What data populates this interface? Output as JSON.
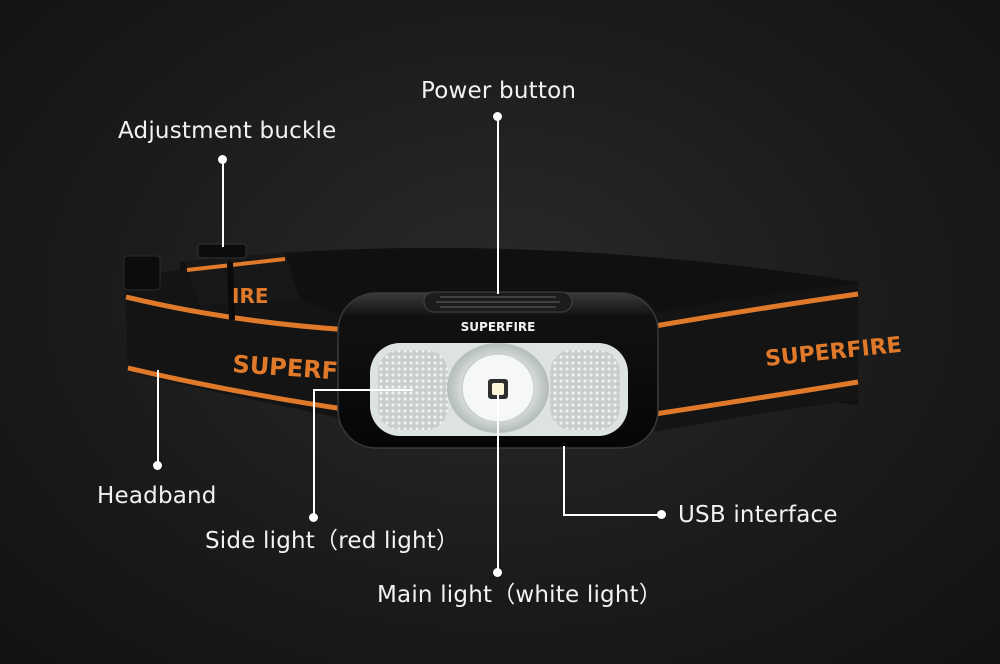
{
  "labels": {
    "power_button": "Power button",
    "adjustment_buckle": "Adjustment buckle",
    "headband": "Headband",
    "side_light": "Side light（red light）",
    "main_light": "Main light（white light）",
    "usb_interface": "USB interface"
  },
  "product": {
    "brand_band_left": "SUPERF",
    "brand_band_right": "SUPERFIRE",
    "brand_band_buckle": "IRE",
    "brand_body": "SUPERFIRE"
  },
  "colors": {
    "background": "#1b1b1b",
    "stripe": "#e07a2a",
    "band": "#151515",
    "body": "#0e0e0e",
    "callout": "#ffffff"
  }
}
